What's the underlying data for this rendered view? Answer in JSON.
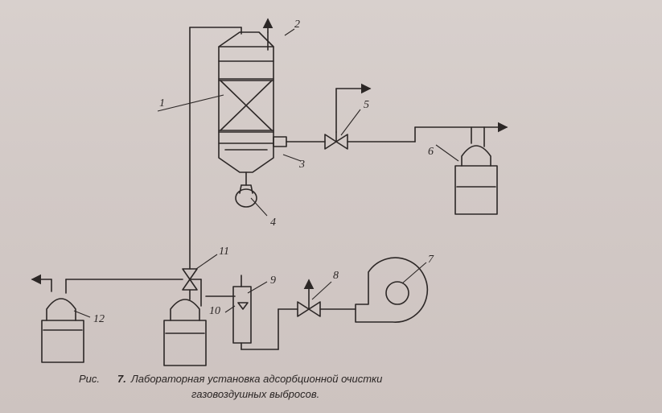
{
  "labels": {
    "column": "1",
    "top_outlet": "2",
    "side_outlet": "3",
    "bottom_collector": "4",
    "valve_upper": "5",
    "absorber_right": "6",
    "blower": "7",
    "valve_lower": "8",
    "flowmeter": "9",
    "flowmeter_side": "10",
    "valve_left": "11",
    "absorber_left": "12"
  },
  "caption": {
    "prefix": "Рис.",
    "number": "7.",
    "line1": "Лабораторная установка адсорбционной очистки",
    "line2": "газовоздушных выбросов."
  },
  "colors": {
    "ink": "#2c2726",
    "paper": "#d4cbc8"
  }
}
